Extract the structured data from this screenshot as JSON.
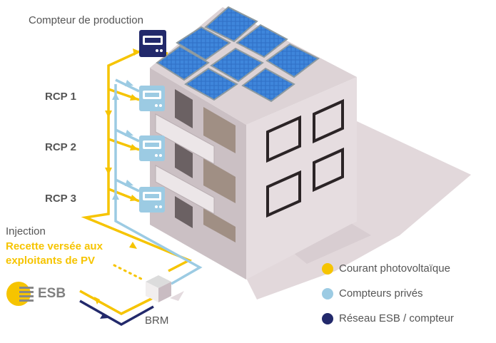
{
  "labels": {
    "production_meter": "Compteur de production",
    "rcp1": "RCP 1",
    "rcp2": "RCP 2",
    "rcp3": "RCP 3",
    "injection": "Injection",
    "revenue_line1": "Recette versée aux",
    "revenue_line2": "exploitants de PV",
    "esb": "ESB",
    "brm": "BRM"
  },
  "legend": [
    {
      "label": "Courant photovoltaïque",
      "color": "#f6c400"
    },
    {
      "label": "Compteurs privés",
      "color": "#9ccbe3"
    },
    {
      "label": "Réseau ESB / compteur",
      "color": "#22296b"
    }
  ],
  "colors": {
    "yellow": "#f6c400",
    "lightblue": "#9ccbe3",
    "navy": "#22296b",
    "panel": "#2f6fc4"
  }
}
